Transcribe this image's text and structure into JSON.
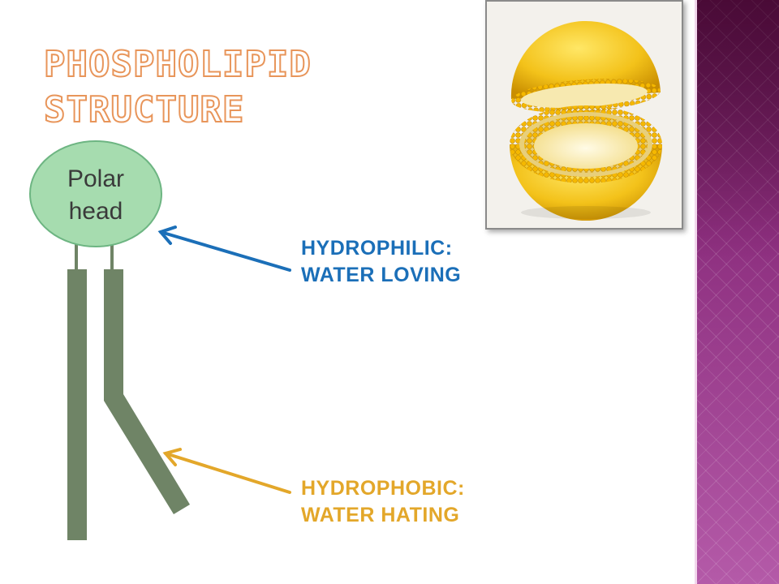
{
  "slide": {
    "title_line1": "PHOSPHOLIPID",
    "title_line2": "STRUCTURE"
  },
  "diagram": {
    "head_line1": "Polar",
    "head_line2": "head",
    "colors": {
      "head_fill": "#a6dcaf",
      "head_stroke": "#6db582",
      "tail": "#6f8466"
    }
  },
  "labels": {
    "hydrophilic_line1": "HYDROPHILIC:",
    "hydrophilic_line2": "WATER LOVING",
    "hydrophobic_line1": "HYDROPHOBIC:",
    "hydrophobic_line2": "WATER HATING",
    "colors": {
      "hydrophilic": "#1b6fb8",
      "hydrophobic": "#e3a72a"
    }
  },
  "image": {
    "subject": "liposome-cross-section",
    "color": "#f0c020"
  },
  "theme": {
    "accent": "#9c3a8e",
    "title_outline": "#e8955a"
  }
}
